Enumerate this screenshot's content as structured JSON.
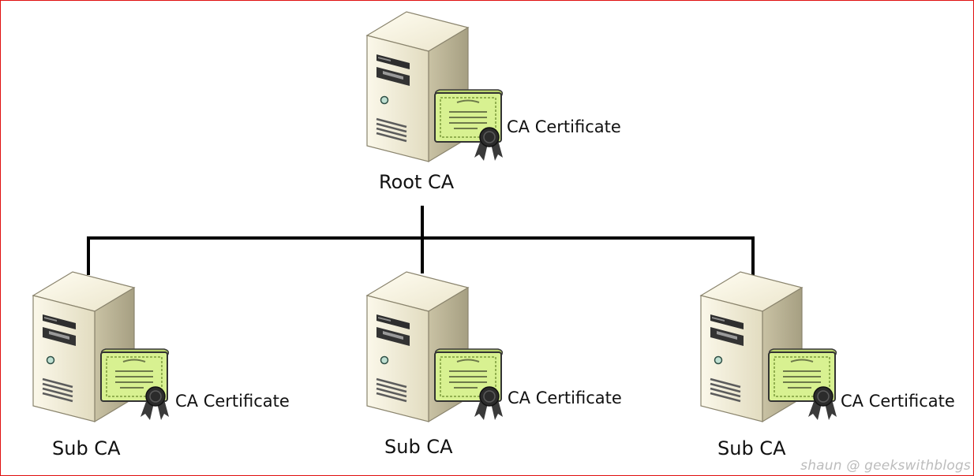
{
  "nodes": {
    "root": {
      "label": "Root CA",
      "cert_label": "CA Certificate"
    },
    "subs": [
      {
        "label": "Sub CA",
        "cert_label": "CA Certificate"
      },
      {
        "label": "Sub CA",
        "cert_label": "CA Certificate"
      },
      {
        "label": "Sub CA",
        "cert_label": "CA Certificate"
      }
    ]
  },
  "edges": [
    {
      "from": "root",
      "to": "subs.0"
    },
    {
      "from": "root",
      "to": "subs.1"
    },
    {
      "from": "root",
      "to": "subs.2"
    }
  ],
  "watermark": "shaun @ geekswithblogs",
  "colors": {
    "frame_border": "#e01010",
    "connector": "#000000",
    "server_body": "#ece6cc",
    "certificate": "#d4f08c",
    "seal": "#2b2b2b"
  },
  "icons": {
    "server": "server-icon",
    "certificate": "certificate-icon"
  }
}
